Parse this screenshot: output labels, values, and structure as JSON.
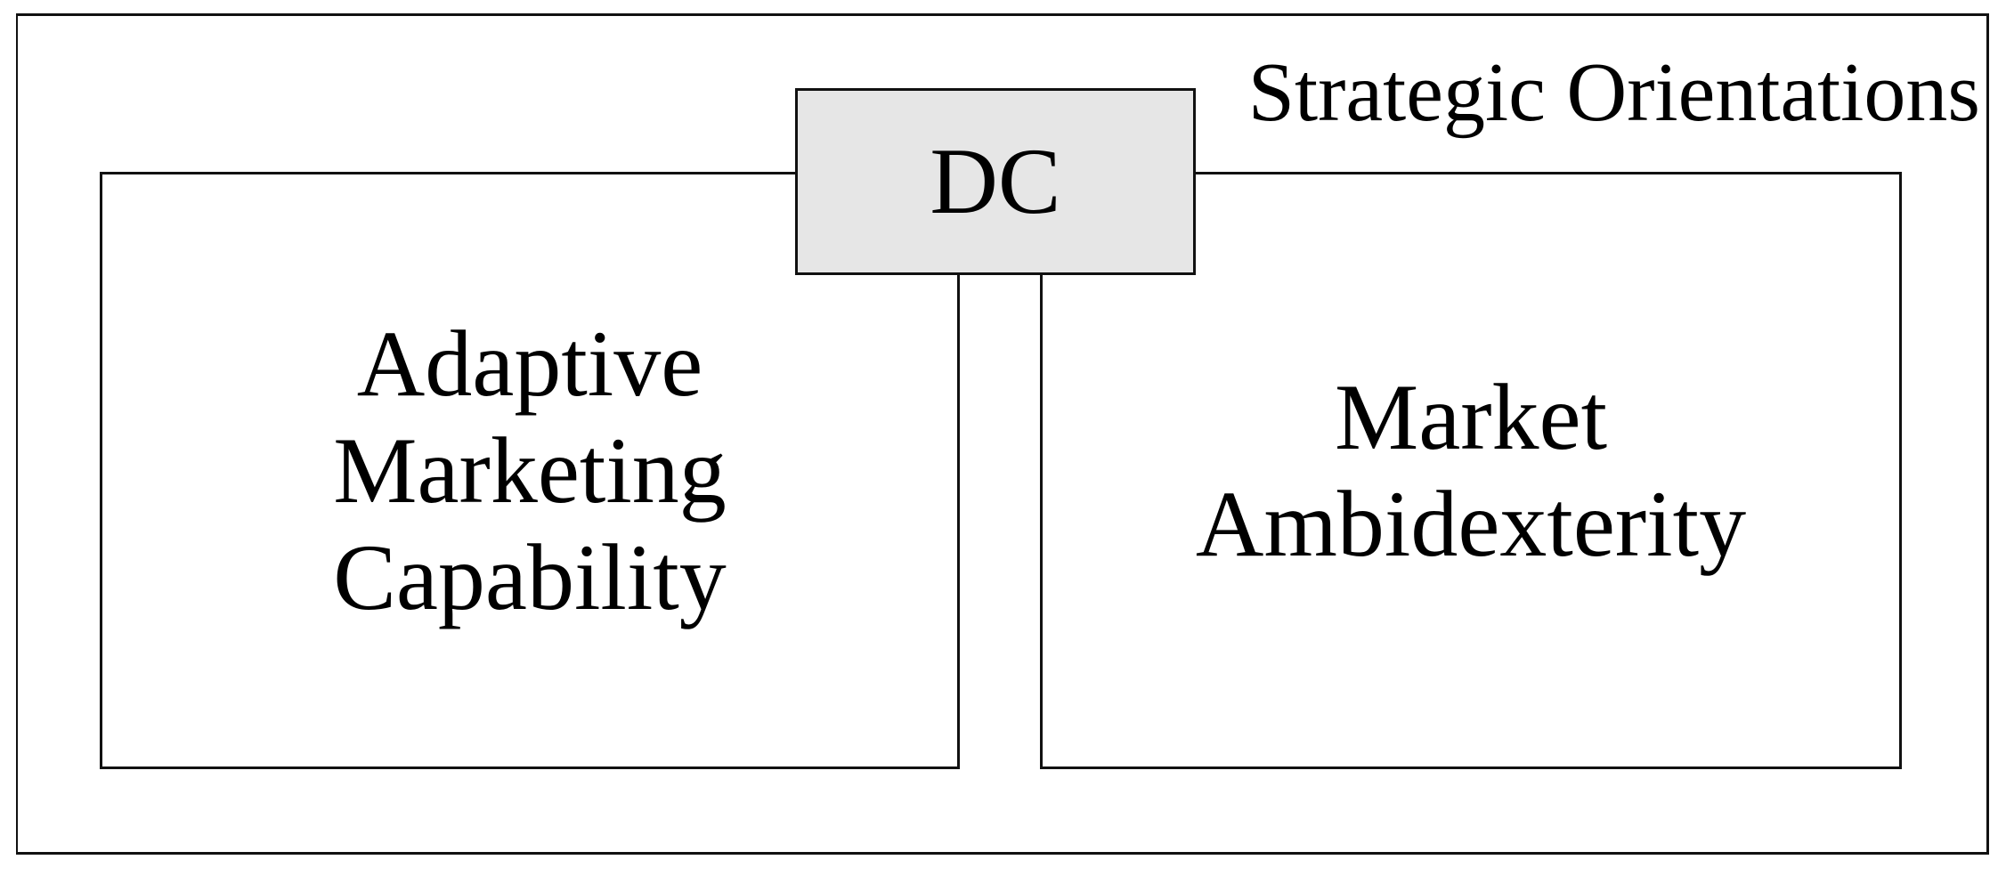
{
  "figure": {
    "frame_title": "Strategic Orientations",
    "dc": {
      "label": "DC",
      "fill": "#e6e6e6"
    },
    "left_box": {
      "label": "Adaptive Marketing Capability",
      "lines": [
        "Adaptive",
        "Marketing",
        "Capability"
      ]
    },
    "right_box": {
      "label": "Market Ambidexterity",
      "lines": [
        "Market",
        "Ambidexterity"
      ]
    },
    "colors": {
      "background": "#ffffff",
      "line": "#111111",
      "text": "#000000"
    }
  }
}
